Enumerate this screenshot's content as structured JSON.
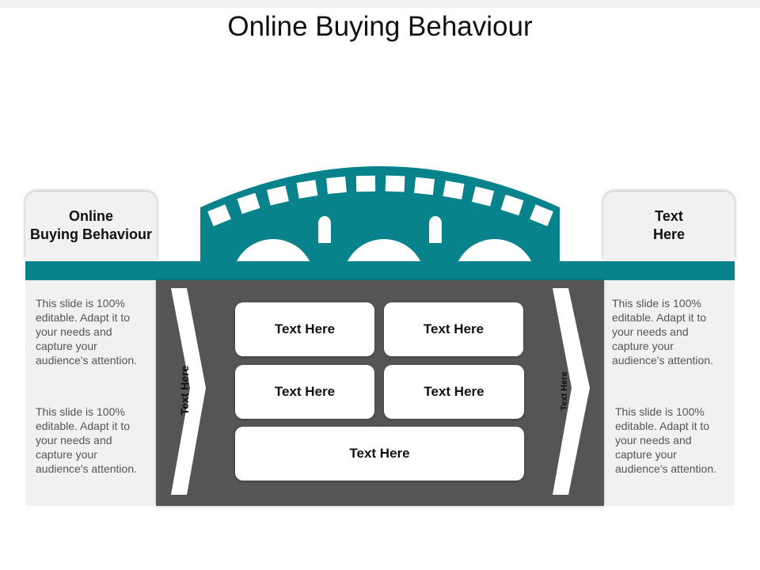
{
  "title": "Online Buying Behaviour",
  "left_card": {
    "label": "Online\nBuying Behaviour"
  },
  "right_card": {
    "label": "Text\nHere"
  },
  "left_texts": [
    "This slide is 100% editable. Adapt it to your needs and capture your audience's attention.",
    "This slide is 100% editable. Adapt it to your needs and capture your audience's attention."
  ],
  "right_texts": [
    "This slide is 100% editable. Adapt it to your needs and capture your audience's attention.",
    "This slide is 100% editable. Adapt it to your needs and capture your audience's attention."
  ],
  "left_arrow_label": "Text Here",
  "right_arrow_label": "Text Here",
  "boxes": [
    "Text Here",
    "Text Here",
    "Text Here",
    "Text Here",
    "Text Here"
  ],
  "colors": {
    "teal": "#08828b",
    "dark_gray": "#555555",
    "panel_gray": "#f1f1f1"
  }
}
